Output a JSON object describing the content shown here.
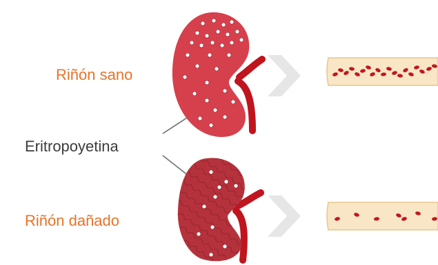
{
  "labels": {
    "healthy_kidney": "Riñón sano",
    "erythropoietin": "Eritropoyetina",
    "damaged_kidney": "Riñón dañado"
  },
  "colors": {
    "label_accent": "#e8732a",
    "label_text": "#3c3c3c",
    "kidney_healthy": "#d6404c",
    "kidney_damaged": "#b5323c",
    "artery": "#c0141e",
    "vessel_fill": "#f8e6c6",
    "vessel_border": "#e6c68c",
    "blood_cell": "#c4161c",
    "arrow": "#e6e6e6"
  },
  "icons": {
    "arrow_top": "chevron-right-icon",
    "arrow_bottom": "chevron-right-icon"
  }
}
